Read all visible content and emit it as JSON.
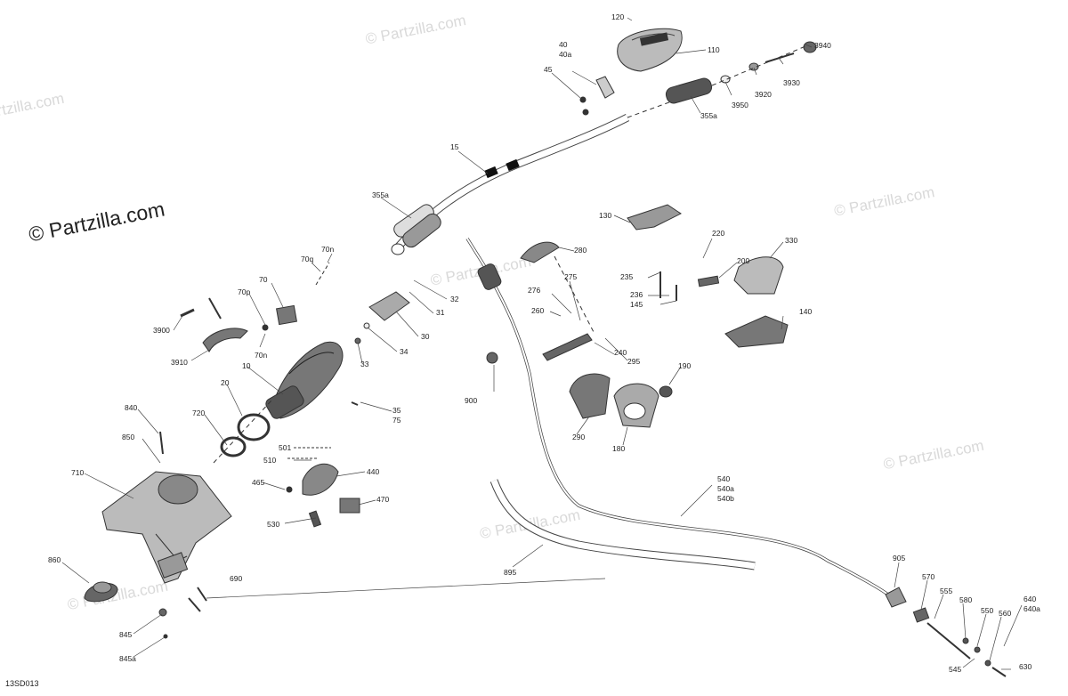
{
  "brand_text": "© Partzilla.com",
  "watermark_text": "© Partzilla.com",
  "diagram_code": "13SD013",
  "callouts": [
    {
      "id": "c120",
      "text": "120"
    },
    {
      "id": "c110",
      "text": "110"
    },
    {
      "id": "c40",
      "text": "40"
    },
    {
      "id": "c40a",
      "text": "40a"
    },
    {
      "id": "c45",
      "text": "45"
    },
    {
      "id": "c3940",
      "text": "3940"
    },
    {
      "id": "c3930",
      "text": "3930"
    },
    {
      "id": "c3920",
      "text": "3920"
    },
    {
      "id": "c3950",
      "text": "3950"
    },
    {
      "id": "c355a_top",
      "text": "355a"
    },
    {
      "id": "c15",
      "text": "15"
    },
    {
      "id": "c355a_left",
      "text": "355a"
    },
    {
      "id": "c130",
      "text": "130"
    },
    {
      "id": "c280",
      "text": "280"
    },
    {
      "id": "c220",
      "text": "220"
    },
    {
      "id": "c330",
      "text": "330"
    },
    {
      "id": "c200",
      "text": "200"
    },
    {
      "id": "c275",
      "text": "275"
    },
    {
      "id": "c276",
      "text": "276"
    },
    {
      "id": "c235",
      "text": "235"
    },
    {
      "id": "c236",
      "text": "236"
    },
    {
      "id": "c145",
      "text": "145"
    },
    {
      "id": "c140",
      "text": "140"
    },
    {
      "id": "c260",
      "text": "260"
    },
    {
      "id": "c240",
      "text": "240"
    },
    {
      "id": "c295",
      "text": "295"
    },
    {
      "id": "c190",
      "text": "190"
    },
    {
      "id": "c900",
      "text": "900"
    },
    {
      "id": "c290",
      "text": "290"
    },
    {
      "id": "c180",
      "text": "180"
    },
    {
      "id": "c70n_top",
      "text": "70n"
    },
    {
      "id": "c70q",
      "text": "70q"
    },
    {
      "id": "c70",
      "text": "70"
    },
    {
      "id": "c70p",
      "text": "70p"
    },
    {
      "id": "c70n_bot",
      "text": "70n"
    },
    {
      "id": "c32",
      "text": "32"
    },
    {
      "id": "c31",
      "text": "31"
    },
    {
      "id": "c30",
      "text": "30"
    },
    {
      "id": "c34",
      "text": "34"
    },
    {
      "id": "c33",
      "text": "33"
    },
    {
      "id": "c3900",
      "text": "3900"
    },
    {
      "id": "c3910",
      "text": "3910"
    },
    {
      "id": "c10",
      "text": "10"
    },
    {
      "id": "c20",
      "text": "20"
    },
    {
      "id": "c35",
      "text": "35"
    },
    {
      "id": "c75",
      "text": "75"
    },
    {
      "id": "c840",
      "text": "840"
    },
    {
      "id": "c720",
      "text": "720"
    },
    {
      "id": "c850",
      "text": "850"
    },
    {
      "id": "c501",
      "text": "501"
    },
    {
      "id": "c510",
      "text": "510"
    },
    {
      "id": "c440",
      "text": "440"
    },
    {
      "id": "c710",
      "text": "710"
    },
    {
      "id": "c465",
      "text": "465"
    },
    {
      "id": "c470",
      "text": "470"
    },
    {
      "id": "c530",
      "text": "530"
    },
    {
      "id": "c540",
      "text": "540"
    },
    {
      "id": "c540a",
      "text": "540a"
    },
    {
      "id": "c540b",
      "text": "540b"
    },
    {
      "id": "c860",
      "text": "860"
    },
    {
      "id": "c690",
      "text": "690"
    },
    {
      "id": "c895",
      "text": "895"
    },
    {
      "id": "c905",
      "text": "905"
    },
    {
      "id": "c570",
      "text": "570"
    },
    {
      "id": "c555",
      "text": "555"
    },
    {
      "id": "c580",
      "text": "580"
    },
    {
      "id": "c550",
      "text": "550"
    },
    {
      "id": "c560",
      "text": "560"
    },
    {
      "id": "c640",
      "text": "640"
    },
    {
      "id": "c640a",
      "text": "640a"
    },
    {
      "id": "c845",
      "text": "845"
    },
    {
      "id": "c845a",
      "text": "845a"
    },
    {
      "id": "c545",
      "text": "545"
    },
    {
      "id": "c630",
      "text": "630"
    }
  ]
}
